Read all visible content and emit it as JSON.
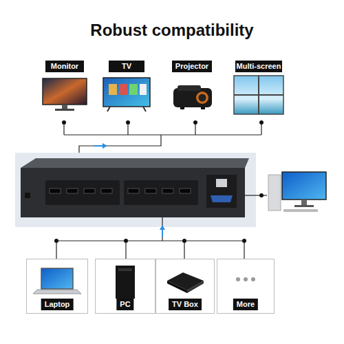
{
  "diagram": {
    "title": "Robust compatibility",
    "nodes": [
      {
        "text": [
          "Monitor"
        ]
      },
      {
        "text": [
          "TV"
        ]
      },
      {
        "text": [
          "Projector"
        ]
      },
      {
        "text": [
          "Multi-screen"
        ]
      },
      {
        "text": [
          "Laptop"
        ]
      },
      {
        "text": [
          "PC"
        ]
      },
      {
        "text": [
          "TV Box"
        ]
      },
      {
        "text": [
          "More"
        ]
      }
    ]
  }
}
